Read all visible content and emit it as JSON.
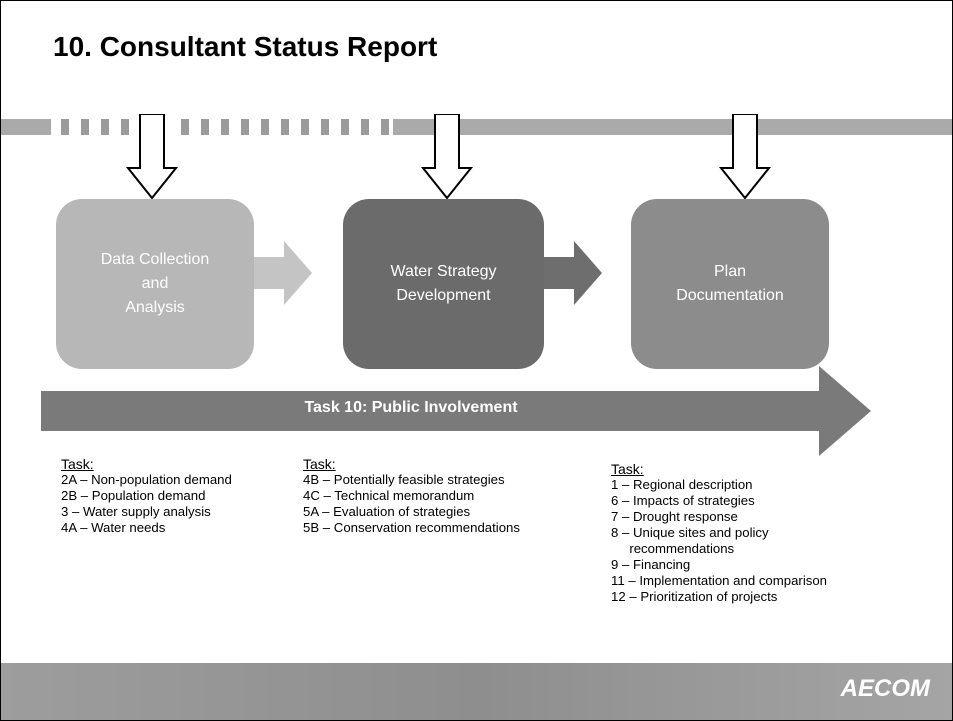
{
  "slide": {
    "title": "10. Consultant Status Report",
    "logo_text": "AECOM"
  },
  "phases": [
    {
      "label": "Data Collection\nand\nAnalysis",
      "color": "#b7b7b7"
    },
    {
      "label": "Water Strategy\nDevelopment",
      "color": "#6b6b6b"
    },
    {
      "label": "Plan\nDocumentation",
      "color": "#8c8c8c"
    }
  ],
  "public_involvement": {
    "label": "Task 10: Public Involvement",
    "color": "#7a7a7a"
  },
  "task_columns": [
    {
      "header": "Task:",
      "items": [
        "2A – Non-population demand",
        "2B – Population demand",
        "3 – Water supply analysis",
        "4A – Water needs"
      ]
    },
    {
      "header": "Task:",
      "items": [
        "4B – Potentially feasible strategies",
        "4C – Technical memorandum",
        "5A – Evaluation of strategies",
        "5B – Conservation recommendations"
      ]
    },
    {
      "header": "Task:",
      "items": [
        "1 – Regional description",
        "6 – Impacts of strategies",
        "7 – Drought response",
        "8 – Unique sites and policy",
        "     recommendations",
        "9 – Financing",
        "11 – Implementation and comparison",
        "12 – Prioritization of projects"
      ]
    }
  ]
}
